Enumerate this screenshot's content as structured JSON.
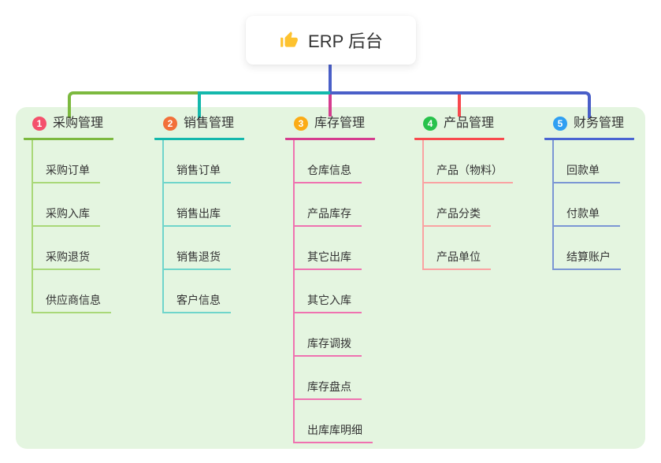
{
  "root": {
    "title": "ERP 后台",
    "icon": "thumbs-up"
  },
  "colors": {
    "page_bg": "#ffffff",
    "panel_bg": "#e4f5e0",
    "card_bg": "#ffffff",
    "trunk": "#4a5fc8",
    "text": "#333333",
    "thumb_yellow": "#fdc22f"
  },
  "branches": [
    {
      "number": "1",
      "label": "采购管理",
      "badge_color": "#f4516c",
      "line_color": "#7cb93f",
      "tint_color": "#a9d878",
      "children": [
        "采购订单",
        "采购入库",
        "采购退货",
        "供应商信息"
      ]
    },
    {
      "number": "2",
      "label": "销售管理",
      "badge_color": "#f2703a",
      "line_color": "#14b8ac",
      "tint_color": "#6fd5cb",
      "children": [
        "销售订单",
        "销售出库",
        "销售退货",
        "客户信息"
      ]
    },
    {
      "number": "3",
      "label": "库存管理",
      "badge_color": "#fbab16",
      "line_color": "#d53c8e",
      "tint_color": "#ef72b0",
      "children": [
        "仓库信息",
        "产品库存",
        "其它出库",
        "其它入库",
        "库存调拨",
        "库存盘点",
        "出库库明细"
      ]
    },
    {
      "number": "4",
      "label": "产品管理",
      "badge_color": "#27c24b",
      "line_color": "#f8494e",
      "tint_color": "#faa2a2",
      "children": [
        "产品（物料）",
        "产品分类",
        "产品单位"
      ]
    },
    {
      "number": "5",
      "label": "财务管理",
      "badge_color": "#2f9ff2",
      "line_color": "#4a64d2",
      "tint_color": "#7b96d4",
      "children": [
        "回款单",
        "付款单",
        "结算账户"
      ]
    }
  ]
}
